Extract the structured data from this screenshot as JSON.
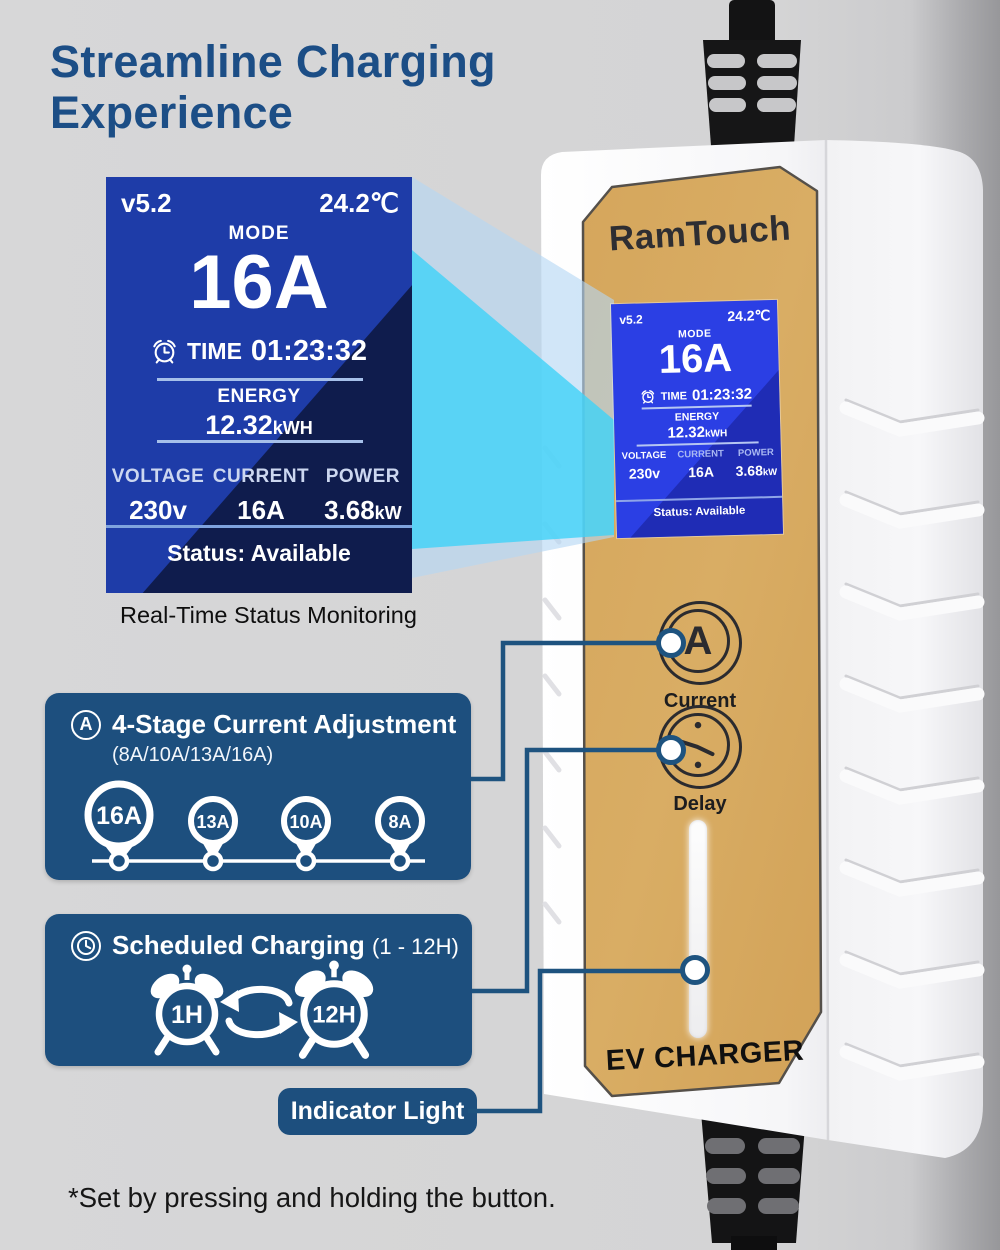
{
  "title": {
    "line1": "Streamline Charging",
    "line2": "Experience"
  },
  "display": {
    "version": "v5.2",
    "temperature": "24.2℃",
    "mode_label": "MODE",
    "mode_value": "16A",
    "time_label": "TIME",
    "time_value": "01:23:32",
    "energy_label": "ENERGY",
    "energy_value": "12.32",
    "energy_unit": "kWH",
    "voltage_label": "VOLTAGE",
    "voltage_value": "230v",
    "current_label": "CURRENT",
    "current_value": "16A",
    "power_label": "POWER",
    "power_value": "3.68",
    "power_unit": "kW",
    "status": "Status: Available"
  },
  "caption": "Real-Time Status Monitoring",
  "device": {
    "brand": "RamTouch",
    "product_label": "EV CHARGER",
    "current_button_glyph": "A",
    "current_button_label": "Current",
    "delay_button_label": "Delay"
  },
  "current_adjustment": {
    "icon_glyph": "A",
    "title": "4-Stage Current Adjustment",
    "subtitle": "(8A/10A/13A/16A)",
    "stages": [
      "16A",
      "13A",
      "10A",
      "8A"
    ]
  },
  "scheduled_charging": {
    "title": "Scheduled Charging",
    "range": "(1 - 12H)",
    "min_label": "1H",
    "max_label": "12H"
  },
  "indicator": {
    "label": "Indicator Light"
  },
  "footnote": "*Set by pressing and holding the button.",
  "colors": {
    "title_blue": "#1c4e86",
    "callout_blue": "#1d4f7e",
    "connector_blue": "#1e537f",
    "lcd_blue": "#1e3ca8",
    "lcd_blue_dark": "#0f1c4d",
    "small_lcd_blue": "#2b3fe4",
    "beam_cyan": "#3fd2f7",
    "beam_light": "#b5d7f3",
    "faceplate_gold": "#d8ab61",
    "body_white": "#f7f7f8"
  }
}
